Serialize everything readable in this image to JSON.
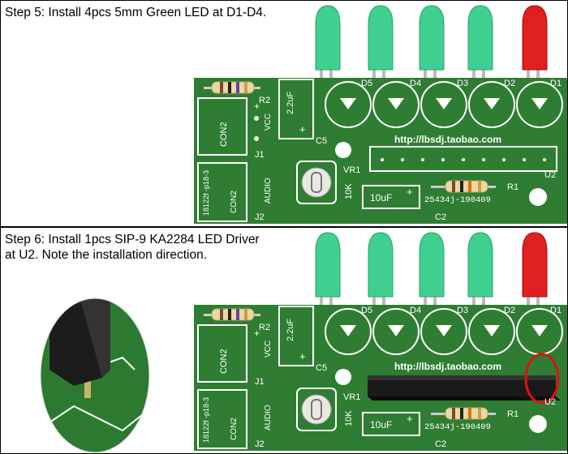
{
  "steps": [
    {
      "caption": "Step 5: Install 4pcs 5mm Green LED at D1-D4.",
      "pcb": {
        "led_labels": [
          "D5",
          "D4",
          "D3",
          "D2",
          "D1"
        ],
        "r2": "R2",
        "vcc": "VCC",
        "cap_small": "2.2uF",
        "c5": "C5",
        "plus": "+",
        "con2": "CON2",
        "j1": "J1",
        "j2": "J2",
        "audio": "AUDIO",
        "part_no": "18122f -p18-3",
        "vr1": "VR1",
        "pot_value": "10K",
        "cap_large": "10uF",
        "c2": "C2",
        "r1": "R1",
        "u2": "U2",
        "url": "http://lbsdj.taobao.com",
        "board_code": "25434j-190409"
      }
    },
    {
      "caption": "Step 6: Install 1pcs SIP-9 KA2284 LED Driver at U2. Note the installation direction.",
      "pcb": {
        "led_labels": [
          "D5",
          "D4",
          "D3",
          "D2",
          "D1"
        ],
        "r2": "R2",
        "vcc": "VCC",
        "cap_small": "2.2uF",
        "c5": "C5",
        "plus": "+",
        "con2": "CON2",
        "j1": "J1",
        "j2": "J2",
        "audio": "AUDIO",
        "part_no": "18122f -p18-3",
        "vr1": "VR1",
        "pot_value": "10K",
        "cap_large": "10uF",
        "c2": "C2",
        "r1": "R1",
        "u2": "U2",
        "url": "http://lbsdj.taobao.com",
        "board_code": "25434j-190409"
      }
    }
  ],
  "colors": {
    "pcb_green": "#2f7d32",
    "silkscreen": "#ffffff",
    "led_green": "#3fcf8e",
    "led_red": "#e02020",
    "ic_black": "#1a1a1a",
    "highlight_red": "#e01010"
  }
}
